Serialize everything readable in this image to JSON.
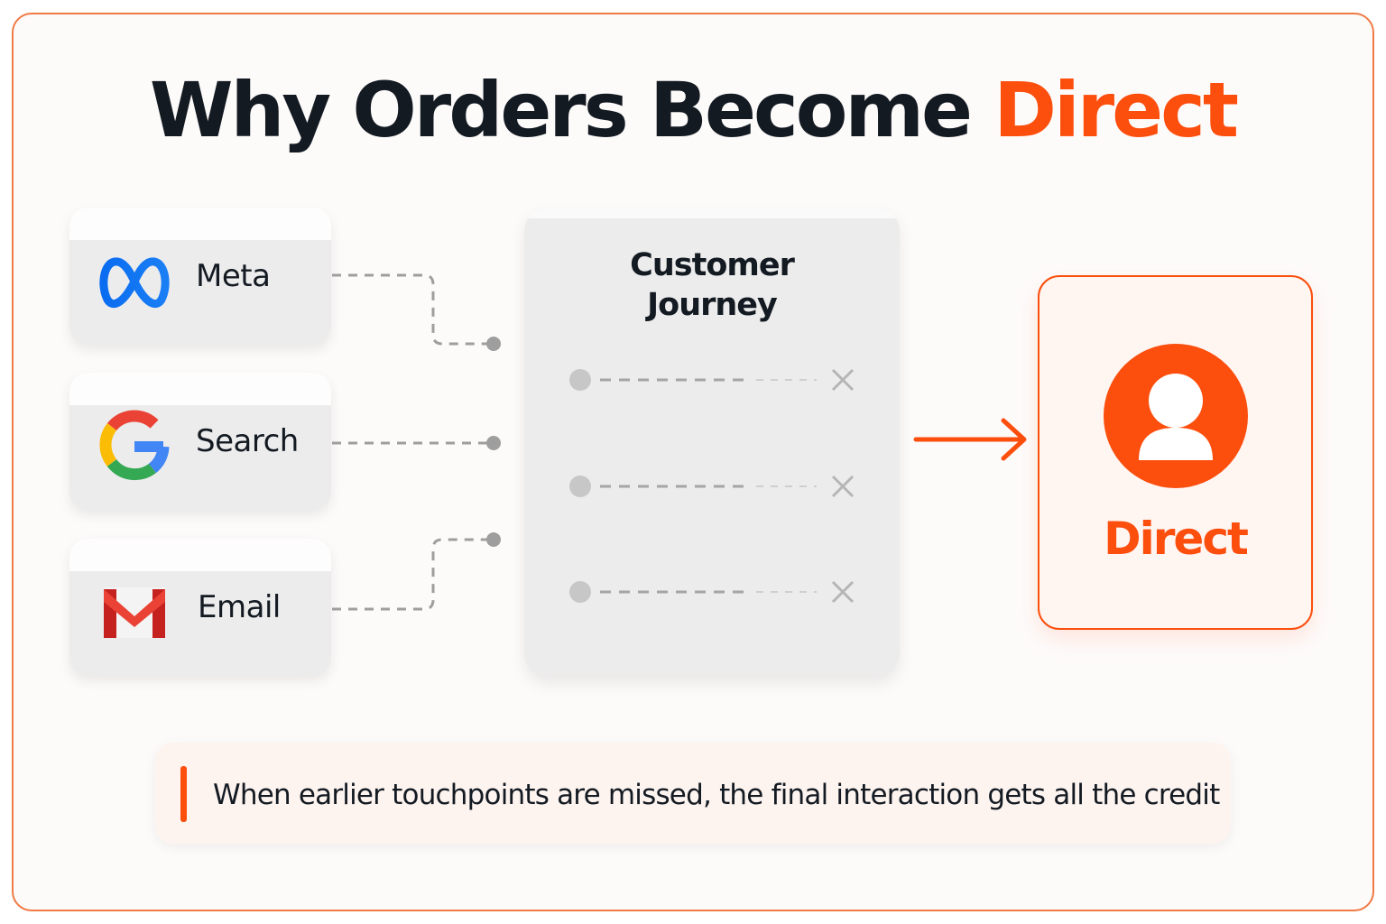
{
  "title": {
    "main": "Why Orders Become",
    "accent": "Direct"
  },
  "sources": [
    {
      "label": "Meta",
      "icon": "meta-logo-icon"
    },
    {
      "label": "Search",
      "icon": "google-logo-icon"
    },
    {
      "label": "Email",
      "icon": "gmail-logo-icon"
    }
  ],
  "journey": {
    "title_line1": "Customer",
    "title_line2": "Journey",
    "rows": 3,
    "row_end_icon": "x-icon"
  },
  "destination": {
    "label": "Direct",
    "icon": "user-avatar-icon"
  },
  "note": {
    "text": "When earlier touchpoints are missed, the final interaction gets all the credit"
  },
  "colors": {
    "accent": "#fc4e0d",
    "text": "#141a22",
    "card": "#ececed",
    "connector": "#9e9e9e"
  }
}
